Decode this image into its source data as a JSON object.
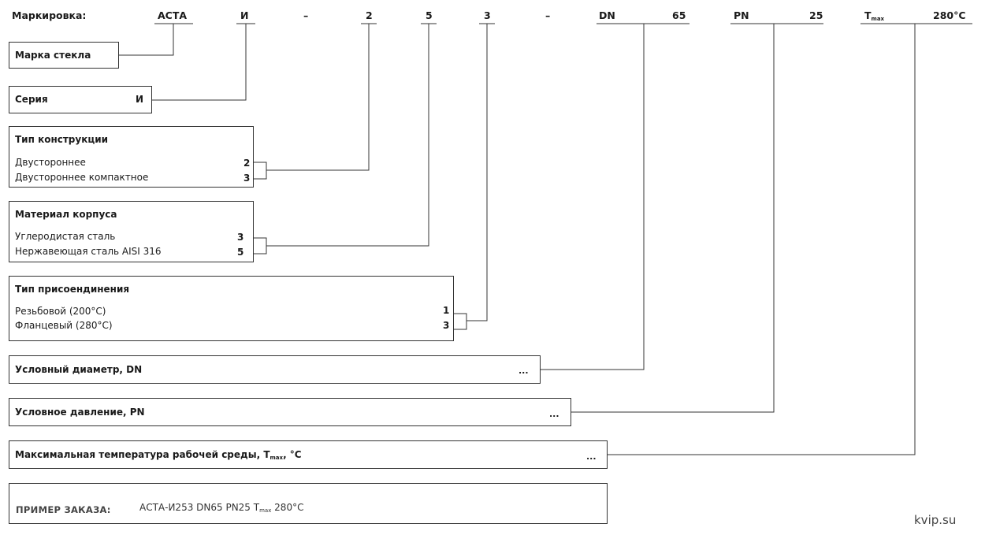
{
  "header": {
    "label": "Маркировка:",
    "acta": "АСТА",
    "series": "И",
    "dash1": "–",
    "d1": "2",
    "d2": "5",
    "d3": "3",
    "dash2": "–",
    "dn_label": "DN",
    "dn_value": "65",
    "pn_label": "PN",
    "pn_value": "25",
    "tmax_label": "T",
    "tmax_sub": "max",
    "tmax_value": "280°C"
  },
  "glass": {
    "title": "Марка стекла"
  },
  "series": {
    "title": "Серия",
    "code": "И"
  },
  "construction": {
    "title": "Тип конструкции",
    "options": [
      {
        "label": "Двустороннее",
        "code": "2"
      },
      {
        "label": "Двустороннее компактное",
        "code": "3"
      }
    ]
  },
  "material": {
    "title": "Материал корпуса",
    "options": [
      {
        "label": "Углеродистая сталь",
        "code": "3"
      },
      {
        "label": "Нержавеющая сталь AISI 316",
        "code": "5"
      }
    ]
  },
  "connection": {
    "title": "Тип присоендинения",
    "options": [
      {
        "label": "Резьбовой (200°С)",
        "code": "1"
      },
      {
        "label": "Фланцевый (280°С)",
        "code": "3"
      }
    ]
  },
  "dn": {
    "title": "Условный диаметр, DN",
    "ellipsis": "..."
  },
  "pn": {
    "title": "Условное давление, PN",
    "ellipsis": "..."
  },
  "temp": {
    "title_a": "Максимальная температура рабочей среды, T",
    "title_sub": "max",
    "title_b": ", °С",
    "ellipsis": "..."
  },
  "example": {
    "label": "ПРИМЕР ЗАКАЗА:",
    "value_a": "АСТА-И253 DN65 PN25 T",
    "value_sub": "max",
    "value_b": " 280°С"
  },
  "site": "kvip.su"
}
